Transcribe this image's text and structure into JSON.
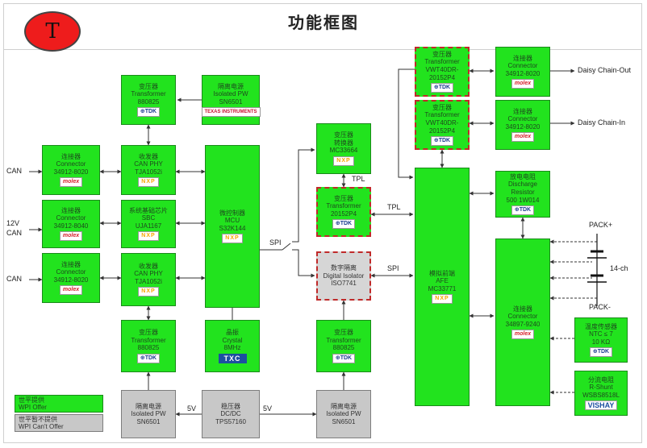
{
  "title": "功能框图",
  "logo": {
    "letter": "T",
    "color": "#ee1c1c"
  },
  "colors": {
    "offer": "#22e31e",
    "not_offer": "#c8c8c8",
    "dashed_border": "#c02a2a"
  },
  "blocks": {
    "tr_top": {
      "lines": [
        "变压器",
        "Transformer",
        "880825"
      ],
      "badge": "⊕TDK"
    },
    "iso_top": {
      "lines": [
        "隔离电源",
        "Isolated PW",
        "SN6501"
      ],
      "badge": "TEXAS INSTRUMENTS"
    },
    "conn_can1": {
      "lines": [
        "连接器",
        "Connector",
        "34912-8020"
      ],
      "badge": "molex"
    },
    "conn_12v": {
      "lines": [
        "连接器",
        "Connector",
        "34912-8040"
      ],
      "badge": "molex"
    },
    "conn_can2": {
      "lines": [
        "连接器",
        "Connector",
        "34912-8020"
      ],
      "badge": "molex"
    },
    "phy1": {
      "lines": [
        "收发器",
        "CAN PHY",
        "TJA1052i"
      ],
      "badge": "NXP"
    },
    "sbc": {
      "lines": [
        "系统基础芯片",
        "SBC",
        "UJA1167"
      ],
      "badge": "NXP"
    },
    "phy2": {
      "lines": [
        "收发器",
        "CAN PHY",
        "TJA1052i"
      ],
      "badge": "NXP"
    },
    "mcu": {
      "lines": [
        "微控制器",
        "MCU",
        "S32K144"
      ],
      "badge": "NXP"
    },
    "tr_bot": {
      "lines": [
        "变压器",
        "Transformer",
        "880825"
      ],
      "badge": "⊕TDK"
    },
    "crystal": {
      "lines": [
        "晶振",
        "Crystal",
        "8MHz"
      ],
      "badge": "TXC"
    },
    "iso_bot_l": {
      "lines": [
        "隔离电源",
        "Isolated PW",
        "SN6501"
      ]
    },
    "dcdc": {
      "lines": [
        "稳压器",
        "DC/DC",
        "TPS57160"
      ]
    },
    "iso_bot_r": {
      "lines": [
        "隔离电源",
        "Isolated PW",
        "SN6501"
      ]
    },
    "mc33664": {
      "lines": [
        "变压器",
        "转换器",
        "MC33664"
      ],
      "badge": "NXP"
    },
    "tr_tpl": {
      "lines": [
        "变压器",
        "Transformer",
        "20152P4"
      ],
      "badge": "⊕TDK"
    },
    "digiso": {
      "lines": [
        "数字隔离",
        "Digital Isolator",
        "ISO7741"
      ]
    },
    "tr_mid": {
      "lines": [
        "变压器",
        "Transformer",
        "880825"
      ],
      "badge": "⊕TDK"
    },
    "afe": {
      "lines": [
        "模拟前端",
        "AFE",
        "MC33771"
      ],
      "badge": "NXP"
    },
    "vwt1": {
      "lines": [
        "变压器",
        "Transformer",
        "VWT40DR-",
        "20152P4"
      ],
      "badge": "⊕TDK"
    },
    "vwt2": {
      "lines": [
        "变压器",
        "Transformer",
        "VWT40DR-",
        "20152P4"
      ],
      "badge": "⊕TDK"
    },
    "conn_dc_out": {
      "lines": [
        "连接器",
        "Connector",
        "34912-8020"
      ],
      "badge": "molex"
    },
    "conn_dc_in": {
      "lines": [
        "连接器",
        "Connector",
        "34912-8020"
      ],
      "badge": "molex"
    },
    "discharge": {
      "lines": [
        "放电电阻",
        "Discharge",
        "Resistor",
        "500 1W014"
      ],
      "badge": "⊕TDK"
    },
    "conn_pack": {
      "lines": [
        "连接器",
        "Connector",
        "34897-9240"
      ],
      "badge": "molex"
    },
    "ntc": {
      "lines": [
        "温度传感器",
        "NTC ≤ 7",
        "10 KΩ"
      ],
      "badge": "⊕TDK"
    },
    "shunt": {
      "lines": [
        "分流电阻",
        "R-Shunt",
        "WSBS8518L"
      ],
      "badge": "VISHAY"
    }
  },
  "labels": {
    "can1": "CAN",
    "can_12v_a": "12V",
    "can_12v_b": "CAN",
    "can2": "CAN",
    "spi_left": "SPI",
    "tpl_mid": "TPL",
    "tpl_right": "TPL",
    "spi_right": "SPI",
    "v5_left": "5V",
    "v5_right": "5V",
    "daisy_out": "Daisy Chain-Out",
    "daisy_in": "Daisy Chain-In",
    "pack_plus": "PACK+",
    "pack_minus": "PACK-",
    "cells": "14-ch"
  },
  "legend": {
    "offer_cn": "世平提供",
    "offer_en": "WPI Offer",
    "not_offer_cn": "世平暂不提供",
    "not_offer_en": "WPI Can't Offer"
  }
}
